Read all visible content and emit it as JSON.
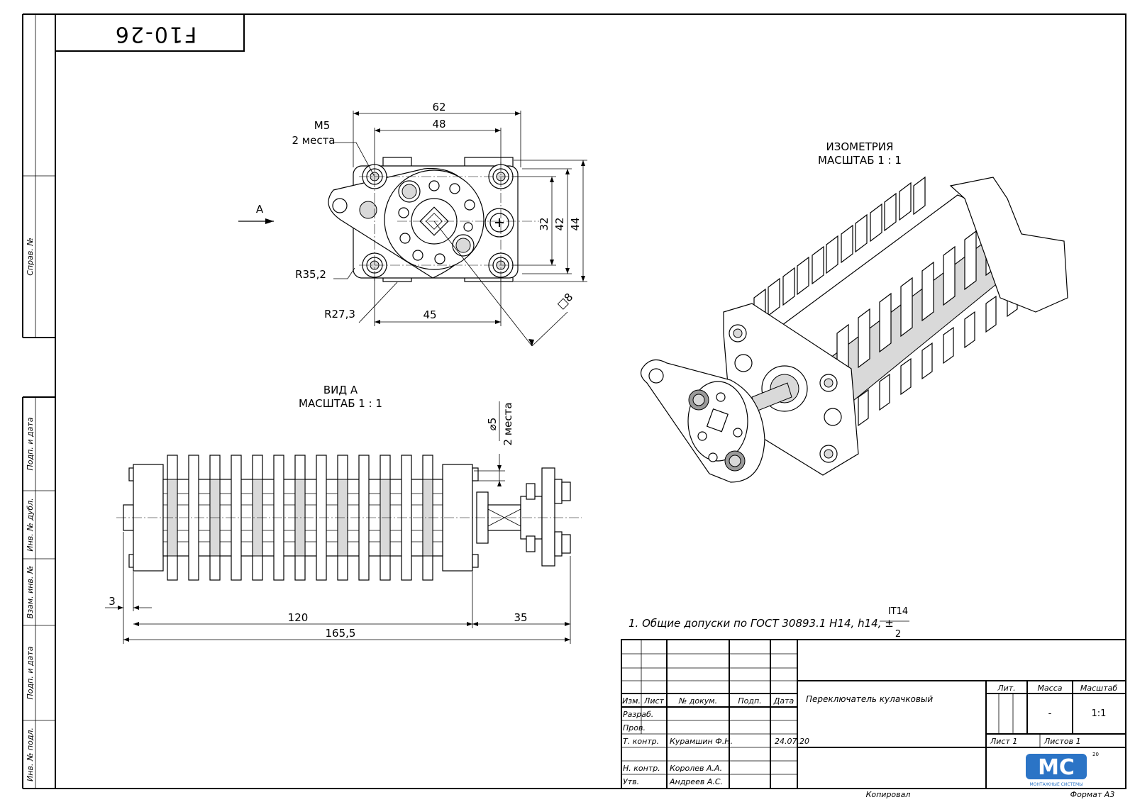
{
  "sheet": {
    "stamp_code_rotated": "F10-26",
    "title_code": "F10-26",
    "note": "1. Общие допуски по ГОСТ 30893.1 H14, h14, ±",
    "note_fraction_top": "IT14",
    "note_fraction_bottom": "2"
  },
  "side_strip": {
    "labels": [
      "Справ. №",
      "Подп. и дата",
      "Инв. № дубл.",
      "Взам. инв. №",
      "Подп. и дата",
      "Инв. № подл."
    ]
  },
  "views": {
    "front": {
      "dims": {
        "d62": "62",
        "d48": "48",
        "d32": "32",
        "d42": "42",
        "d44": "44",
        "d45": "45",
        "m5": "M5",
        "m5_places": "2 места",
        "r35": "R35,2",
        "r27": "R27,3",
        "sq8": "□8",
        "arrow_a": "A"
      }
    },
    "view_a": {
      "title": "ВИД А",
      "scale": "МАСШТАБ 1 : 1",
      "dims": {
        "d3": "3",
        "d120": "120",
        "d35": "35",
        "d165": "165,5",
        "phi5": "⌀5",
        "phi5_places": "2 места"
      }
    },
    "iso": {
      "title": "ИЗОМЕТРИЯ",
      "scale": "МАСШТАБ 1 : 1"
    }
  },
  "title_block": {
    "headers": {
      "izm": "Изм.",
      "list": "Лист",
      "doc": "№ докум.",
      "podp": "Подп.",
      "data": "Дата"
    },
    "roles": {
      "razrab": "Разраб.",
      "prov": "Пров.",
      "tkontr": "Т. контр.",
      "nkontr": "Н. контр.",
      "utv": "Утв."
    },
    "names": {
      "tkontr": "Курамшин Ф.Н.",
      "nkontr": "Королев А.А.",
      "utv": "Андреев А.С."
    },
    "date": "24.07.20",
    "product_name": "Переключатель кулачковый",
    "lit": "Лит.",
    "mass": "Масса",
    "scale": "Масштаб",
    "mass_value": "-",
    "scale_value": "1:1",
    "sheet": "Лист 1",
    "sheets": "Листов 1",
    "logo_text": "MC",
    "logo_sub": "МОНТАЖНЫЕ СИСТЕМЫ",
    "logo_sup": "20",
    "copied": "Копировал",
    "format": "Формат А3"
  }
}
